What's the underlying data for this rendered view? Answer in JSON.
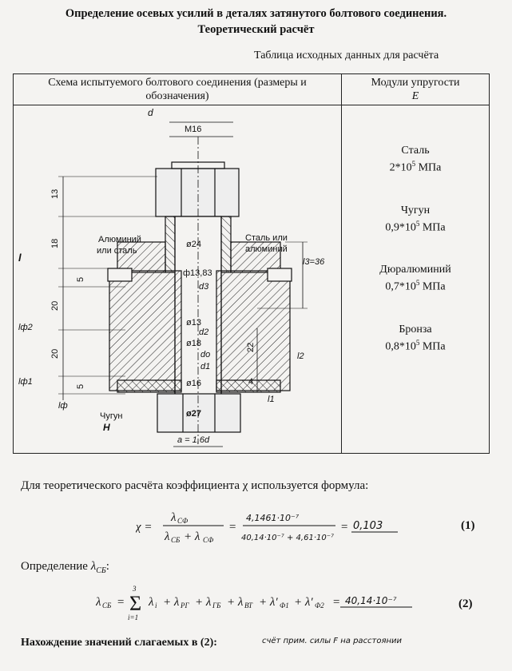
{
  "doc": {
    "title_line1": "Определение осевых усилий в деталях затянутого болтового соединения.",
    "title_line2": "Теоретический расчёт",
    "table_caption": "Таблица исходных данных для расчёта",
    "col1_header": "Схема испытуемого болтового соединения (размеры и обозначения)",
    "col2_header_line1": "Модули упругости",
    "col2_header_line2": "E",
    "materials": [
      {
        "name": "Сталь",
        "mantissa": "2*10",
        "exp": "5",
        "unit": " МПа"
      },
      {
        "name": "Чугун",
        "mantissa": "0,9*10",
        "exp": "5",
        "unit": " МПа"
      },
      {
        "name": "Дюралюминий",
        "mantissa": "0,7*10",
        "exp": "5",
        "unit": " МПа"
      },
      {
        "name": "Бронза",
        "mantissa": "0,8*10",
        "exp": "5",
        "unit": " МПа"
      }
    ],
    "para1": "Для теоретического расчёта коэффициента χ используется формула:",
    "eq1_number": "(1)",
    "eq1_handwritten_num": "4,1461·10⁻⁷",
    "eq1_handwritten_den": "40,14·10⁻⁷ + 4,61·10⁻⁷",
    "eq1_result": "0,103",
    "para2_prefix": "Определение",
    "eq2_number": "(2)",
    "eq2_result": "40,14·10⁻⁷",
    "para3": "Нахождение значений слагаемых в (2):",
    "para3_note": "счёт прим. силы F на расстоянии"
  },
  "drawing": {
    "d_label": "d",
    "m16": "M16",
    "dim_13": "13",
    "dim_18": "18",
    "dim_5a": "5",
    "dim_20a": "20",
    "dim_20b": "20",
    "dim_5b": "5",
    "dim_22": "22",
    "dim_4": "4",
    "l_label": "l",
    "lf2_label": "lф2",
    "lf1_label": "lф1",
    "lf_label": "lф",
    "l3_label": "l3=36",
    "l2_label": "l2",
    "l1_label": "l1",
    "H_label": "H",
    "a_label": "a = 1,6d",
    "alum_left_1": "Алюминий",
    "alum_left_2": "или сталь",
    "steel_right_1": "Сталь или",
    "steel_right_2": "алюминий",
    "chugun": "Чугун",
    "d24": "ø24",
    "d1383": "ф13,83",
    "d3": "d3",
    "d13": "ø13",
    "d2": "d2",
    "d18": "ø18",
    "do": "do",
    "d1": "d1",
    "d16": "ø16",
    "d27": "ø27"
  }
}
